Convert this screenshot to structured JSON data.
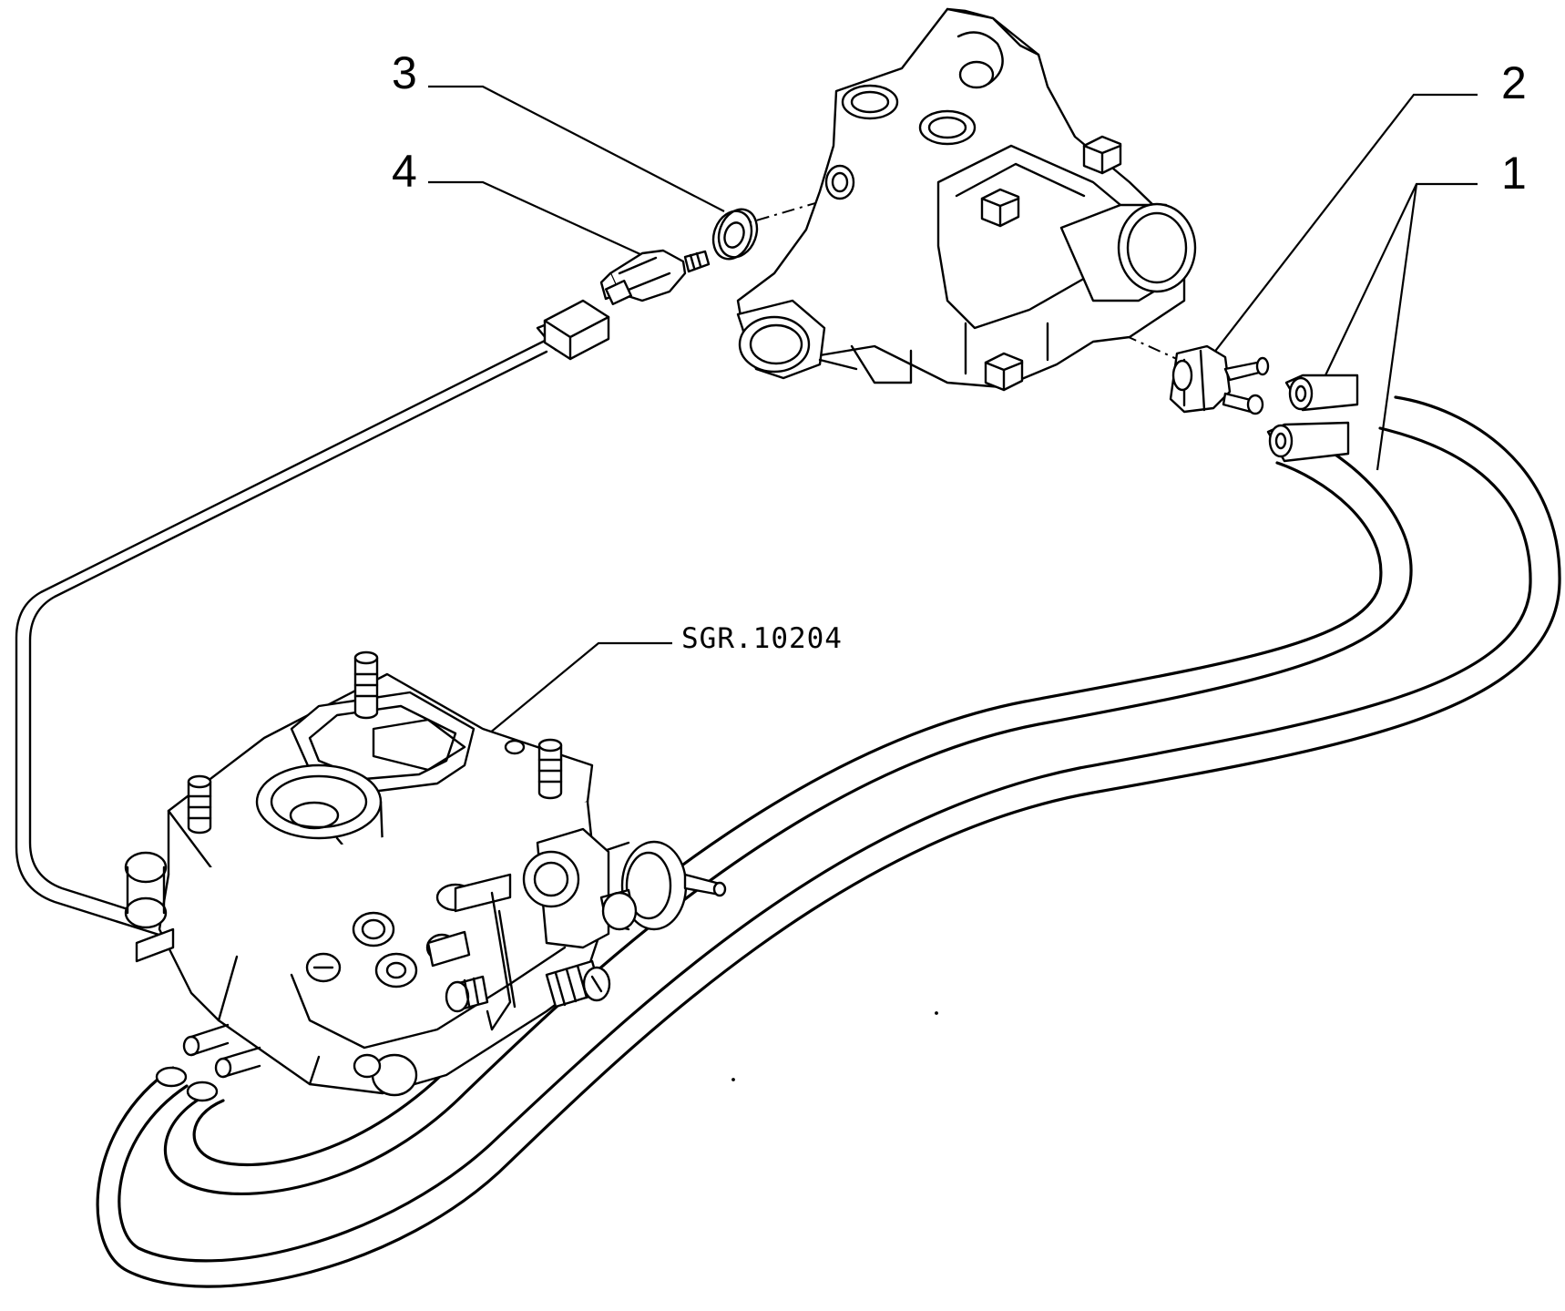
{
  "diagram": {
    "callouts": [
      "1",
      "2",
      "3",
      "4"
    ],
    "reference_code": "SGR.10204"
  }
}
